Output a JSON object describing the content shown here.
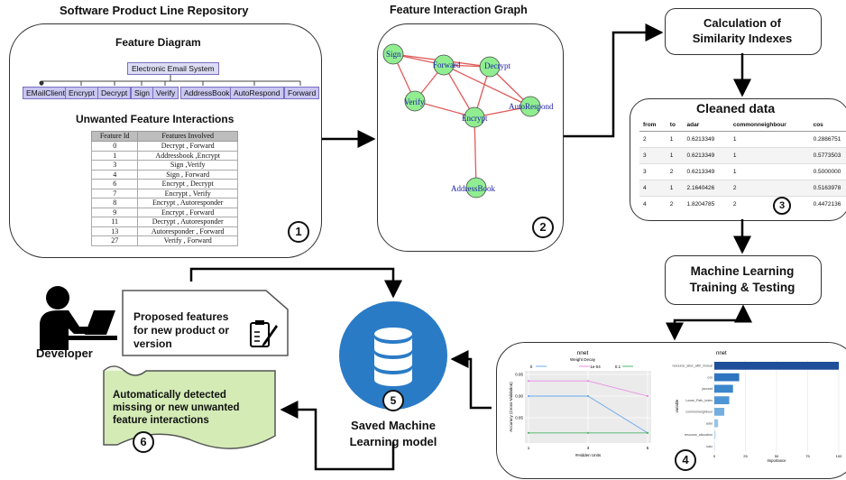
{
  "titles": {
    "spl": "Software Product Line Repository",
    "fig": "Feature Interaction Graph"
  },
  "feature_diagram": {
    "title": "Feature Diagram",
    "root": "Electronic Email System",
    "leaves": [
      "EMailClient",
      "Encrypt",
      "Decrypt",
      "Sign",
      "Verify",
      "AddressBook",
      "AutoRespond",
      "Forward"
    ]
  },
  "unwanted": {
    "title": "Unwanted Feature Interactions",
    "headers": [
      "Feature Id",
      "Features Involved"
    ],
    "rows": [
      [
        "0",
        "Decrypt , Forward"
      ],
      [
        "1",
        "Addressbook ,Encrypt"
      ],
      [
        "3",
        "Sign ,Verify"
      ],
      [
        "4",
        "Sign , Forward"
      ],
      [
        "6",
        "Encrypt , Decrypt"
      ],
      [
        "7",
        "Encrypt , Verify"
      ],
      [
        "8",
        "Encrypt , Autoresponder"
      ],
      [
        "9",
        "Encrypt , Forward"
      ],
      [
        "11",
        "Decrypt , Autoresponder"
      ],
      [
        "13",
        "Autoresponder , Forward"
      ],
      [
        "27",
        "Verify , Forward"
      ]
    ]
  },
  "graph": {
    "nodes": [
      "Sign",
      "Forward",
      "Decrypt",
      "Verify",
      "Encrypt",
      "AutoRespond",
      "AddressBook"
    ],
    "edges": [
      [
        "Sign",
        "Forward"
      ],
      [
        "Sign",
        "Verify"
      ],
      [
        "Sign",
        "Decrypt"
      ],
      [
        "Forward",
        "Decrypt"
      ],
      [
        "Forward",
        "Verify"
      ],
      [
        "Forward",
        "Encrypt"
      ],
      [
        "Forward",
        "AutoRespond"
      ],
      [
        "Decrypt",
        "Encrypt"
      ],
      [
        "Decrypt",
        "AutoRespond"
      ],
      [
        "Verify",
        "Encrypt"
      ],
      [
        "Encrypt",
        "AutoRespond"
      ],
      [
        "Encrypt",
        "AddressBook"
      ]
    ],
    "colors": {
      "node_fill": "#90ee90",
      "edge": "#e05a5a",
      "label": "#1c1ca8"
    }
  },
  "steps": {
    "similarity": "Calculation of Similarity Indexes",
    "cleaned": "Cleaned data",
    "ml": "Machine Learning Training & Testing",
    "saved_model": "Saved Machine Learning model",
    "developer": "Developer",
    "proposed": "Proposed features for new product or version",
    "detected": "Automatically detected missing  or new unwanted feature interactions"
  },
  "step_numbers": [
    "1",
    "2",
    "3",
    "4",
    "5",
    "6"
  ],
  "cleaned_data": {
    "headers": [
      "from",
      "to",
      "adar",
      "commonneighbour",
      "cos"
    ],
    "rows": [
      [
        "2",
        "1",
        "0.6213349",
        "1",
        "0.2886751"
      ],
      [
        "3",
        "1",
        "0.6213349",
        "1",
        "0.5773503"
      ],
      [
        "3",
        "2",
        "0.6213349",
        "1",
        "0.5000000"
      ],
      [
        "4",
        "1",
        "2.1640426",
        "2",
        "0.5163978"
      ],
      [
        "4",
        "2",
        "1.8204785",
        "2",
        "0.4472136"
      ]
    ]
  },
  "chart_data": [
    {
      "type": "line",
      "title": "nnet",
      "legend_title": "Weight Decay",
      "xlabel": "#Hidden Units",
      "ylabel": "Accuracy (Cross-Validation)",
      "x": [
        1,
        3,
        5
      ],
      "series": [
        {
          "name": "0",
          "values": [
            0.9,
            0.9,
            0.815
          ]
        },
        {
          "name": "1e-04",
          "values": [
            0.935,
            0.935,
            0.9
          ]
        },
        {
          "name": "0.1",
          "values": [
            0.815,
            0.815,
            0.815
          ]
        }
      ],
      "series_colors": [
        "#6aa8f0",
        "#e88be6",
        "#4bb46a"
      ],
      "legend": "top",
      "xlim": [
        1,
        5
      ],
      "ylim": [
        0.8,
        0.95
      ],
      "yticks": [
        "0.95",
        "0.90",
        "0.85"
      ],
      "xticks": [
        "1",
        "3",
        "5"
      ]
    },
    {
      "type": "bar",
      "title": "nnet",
      "xlabel": "Importance",
      "ylabel": "variable",
      "categories": [
        "resource_alloc_with_mutual",
        "cos",
        "jaccard",
        "Loose_Path_index",
        "commonneighbour",
        "adar",
        "resource_allocation",
        "katz"
      ],
      "values": [
        100,
        20,
        15,
        12,
        8,
        3,
        1,
        0
      ],
      "xlim": [
        0,
        100
      ],
      "xticks": [
        "0",
        "25",
        "50",
        "75",
        "100"
      ],
      "color": "#1f5aa6"
    }
  ]
}
